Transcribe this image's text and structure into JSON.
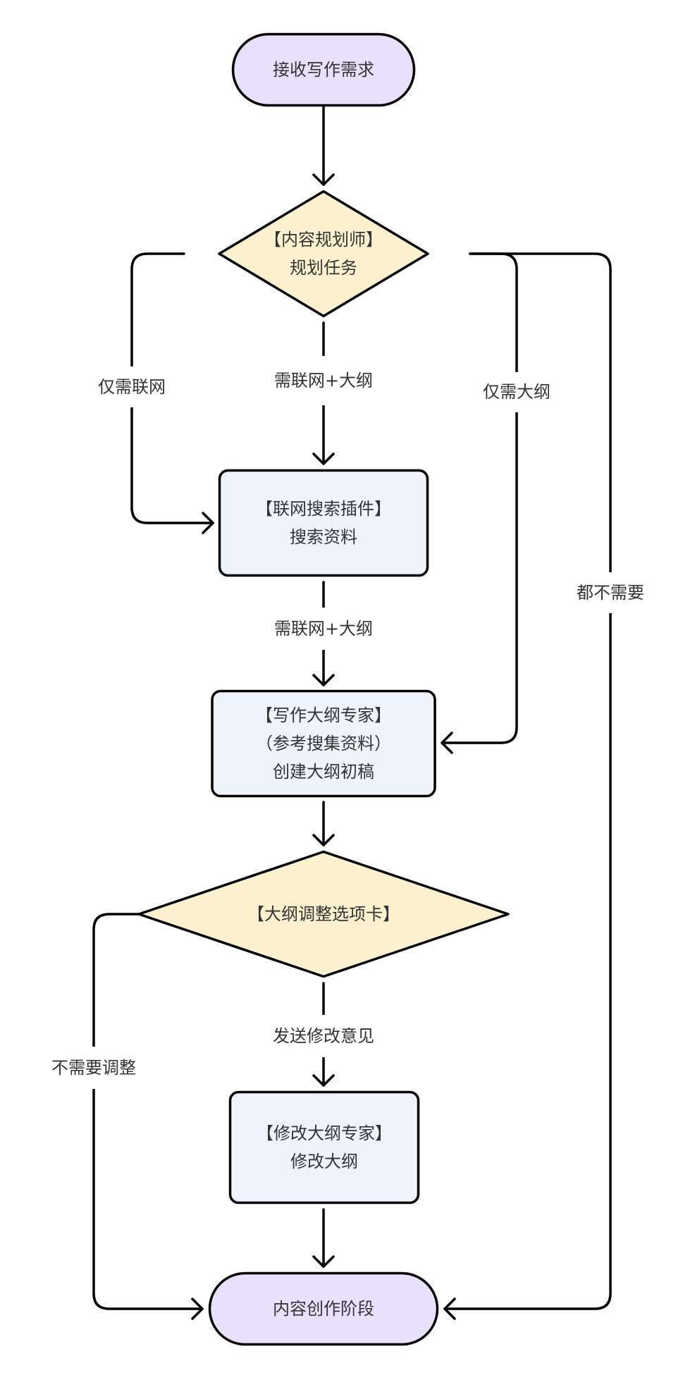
{
  "diagram": {
    "type": "flowchart",
    "colors": {
      "terminal_fill": "#E8E0FC",
      "decision_fill": "#FDF0CF",
      "process_fill": "#EEF3FC",
      "stroke": "#000000",
      "text": "#333333",
      "background": "#FFFFFF"
    },
    "nodes": [
      {
        "id": "start",
        "kind": "terminal",
        "lines": [
          "接收写作需求"
        ]
      },
      {
        "id": "planner",
        "kind": "decision",
        "lines": [
          "【内容规划师】",
          "规划任务"
        ]
      },
      {
        "id": "search",
        "kind": "process",
        "lines": [
          "【联网搜索插件】",
          "搜索资料"
        ]
      },
      {
        "id": "outline",
        "kind": "process",
        "lines": [
          "【写作大纲专家】",
          "（参考搜集资料）",
          "创建大纲初稿"
        ]
      },
      {
        "id": "adjust",
        "kind": "decision",
        "lines": [
          "【大纲调整选项卡】"
        ]
      },
      {
        "id": "revise",
        "kind": "process",
        "lines": [
          "【修改大纲专家】",
          "修改大纲"
        ]
      },
      {
        "id": "end",
        "kind": "terminal",
        "lines": [
          "内容创作阶段"
        ]
      }
    ],
    "edges": [
      {
        "id": "start-planner",
        "from": "start",
        "to": "planner",
        "label": ""
      },
      {
        "id": "planner-search-both",
        "from": "planner",
        "to": "search",
        "label": "需联网+大纲"
      },
      {
        "id": "planner-search-only",
        "from": "planner",
        "to": "search",
        "label": "仅需联网"
      },
      {
        "id": "planner-outline-only",
        "from": "planner",
        "to": "outline",
        "label": "仅需大纲"
      },
      {
        "id": "planner-end-none",
        "from": "planner",
        "to": "end",
        "label": "都不需要"
      },
      {
        "id": "search-outline",
        "from": "search",
        "to": "outline",
        "label": "需联网+大纲"
      },
      {
        "id": "outline-adjust",
        "from": "outline",
        "to": "adjust",
        "label": ""
      },
      {
        "id": "adjust-revise",
        "from": "adjust",
        "to": "revise",
        "label": "发送修改意见"
      },
      {
        "id": "adjust-end",
        "from": "adjust",
        "to": "end",
        "label": "不需要调整"
      },
      {
        "id": "revise-end",
        "from": "revise",
        "to": "end",
        "label": ""
      }
    ]
  }
}
